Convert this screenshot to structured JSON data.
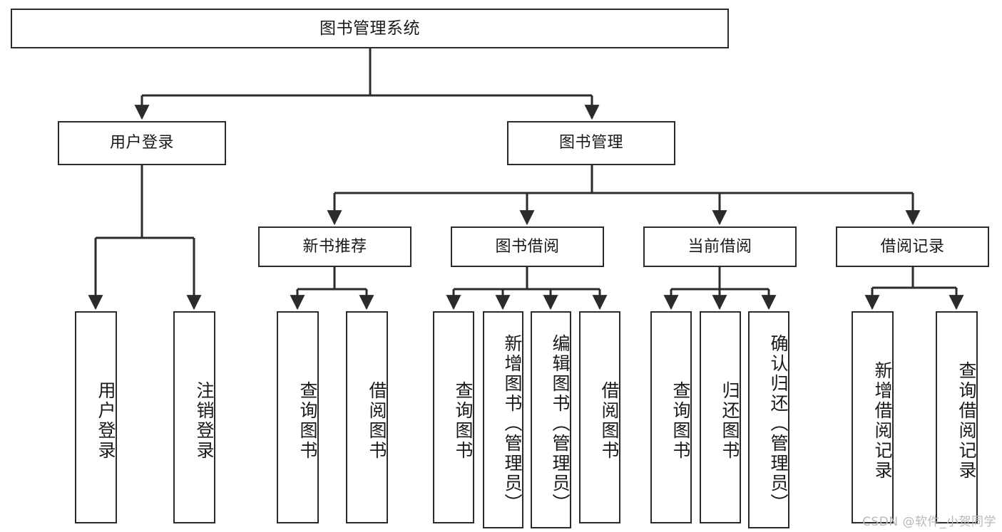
{
  "diagram": {
    "title": "图书管理系统",
    "type": "tree-hierarchy-chart",
    "colors": {
      "box_border": "#2b2b2b",
      "box_fill": "#ffffff",
      "edge": "#2b2b2b",
      "text": "#1a1a1a",
      "watermark": "#b9b9b9",
      "background": "#ffffff"
    },
    "nodes": {
      "root": {
        "label": "图书管理系统"
      },
      "level2": [
        {
          "id": "user-login",
          "label": "用户登录"
        },
        {
          "id": "book-management",
          "label": "图书管理"
        }
      ],
      "level3": [
        {
          "id": "new-book-recommend",
          "label": "新书推荐"
        },
        {
          "id": "book-borrow",
          "label": "图书借阅"
        },
        {
          "id": "current-borrow",
          "label": "当前借阅"
        },
        {
          "id": "borrow-record",
          "label": "借阅记录"
        }
      ],
      "leaves": {
        "user_login": [
          {
            "id": "leaf-user-login",
            "label": "用户登录"
          },
          {
            "id": "leaf-logout-login",
            "label": "注销登录"
          }
        ],
        "new_book_recommend": [
          {
            "id": "leaf-query-book-1",
            "label": "查询图书"
          },
          {
            "id": "leaf-borrow-book-1",
            "label": "借阅图书"
          }
        ],
        "book_borrow": [
          {
            "id": "leaf-query-book-2",
            "label": "查询图书"
          },
          {
            "id": "leaf-add-book-admin",
            "label": "新增图书（管理员）"
          },
          {
            "id": "leaf-edit-book-admin",
            "label": "编辑图书（管理员）"
          },
          {
            "id": "leaf-borrow-book-2",
            "label": "借阅图书"
          }
        ],
        "current_borrow": [
          {
            "id": "leaf-query-book-3",
            "label": "查询图书"
          },
          {
            "id": "leaf-return-book",
            "label": "归还图书"
          },
          {
            "id": "leaf-confirm-return-admin",
            "label": "确认归还（管理员）"
          }
        ],
        "borrow_record": [
          {
            "id": "leaf-add-borrow-record",
            "label": "新增借阅记录"
          },
          {
            "id": "leaf-query-borrow-record",
            "label": "查询借阅记录"
          }
        ]
      }
    },
    "watermark": "CSDN @软件_小贺同学"
  }
}
